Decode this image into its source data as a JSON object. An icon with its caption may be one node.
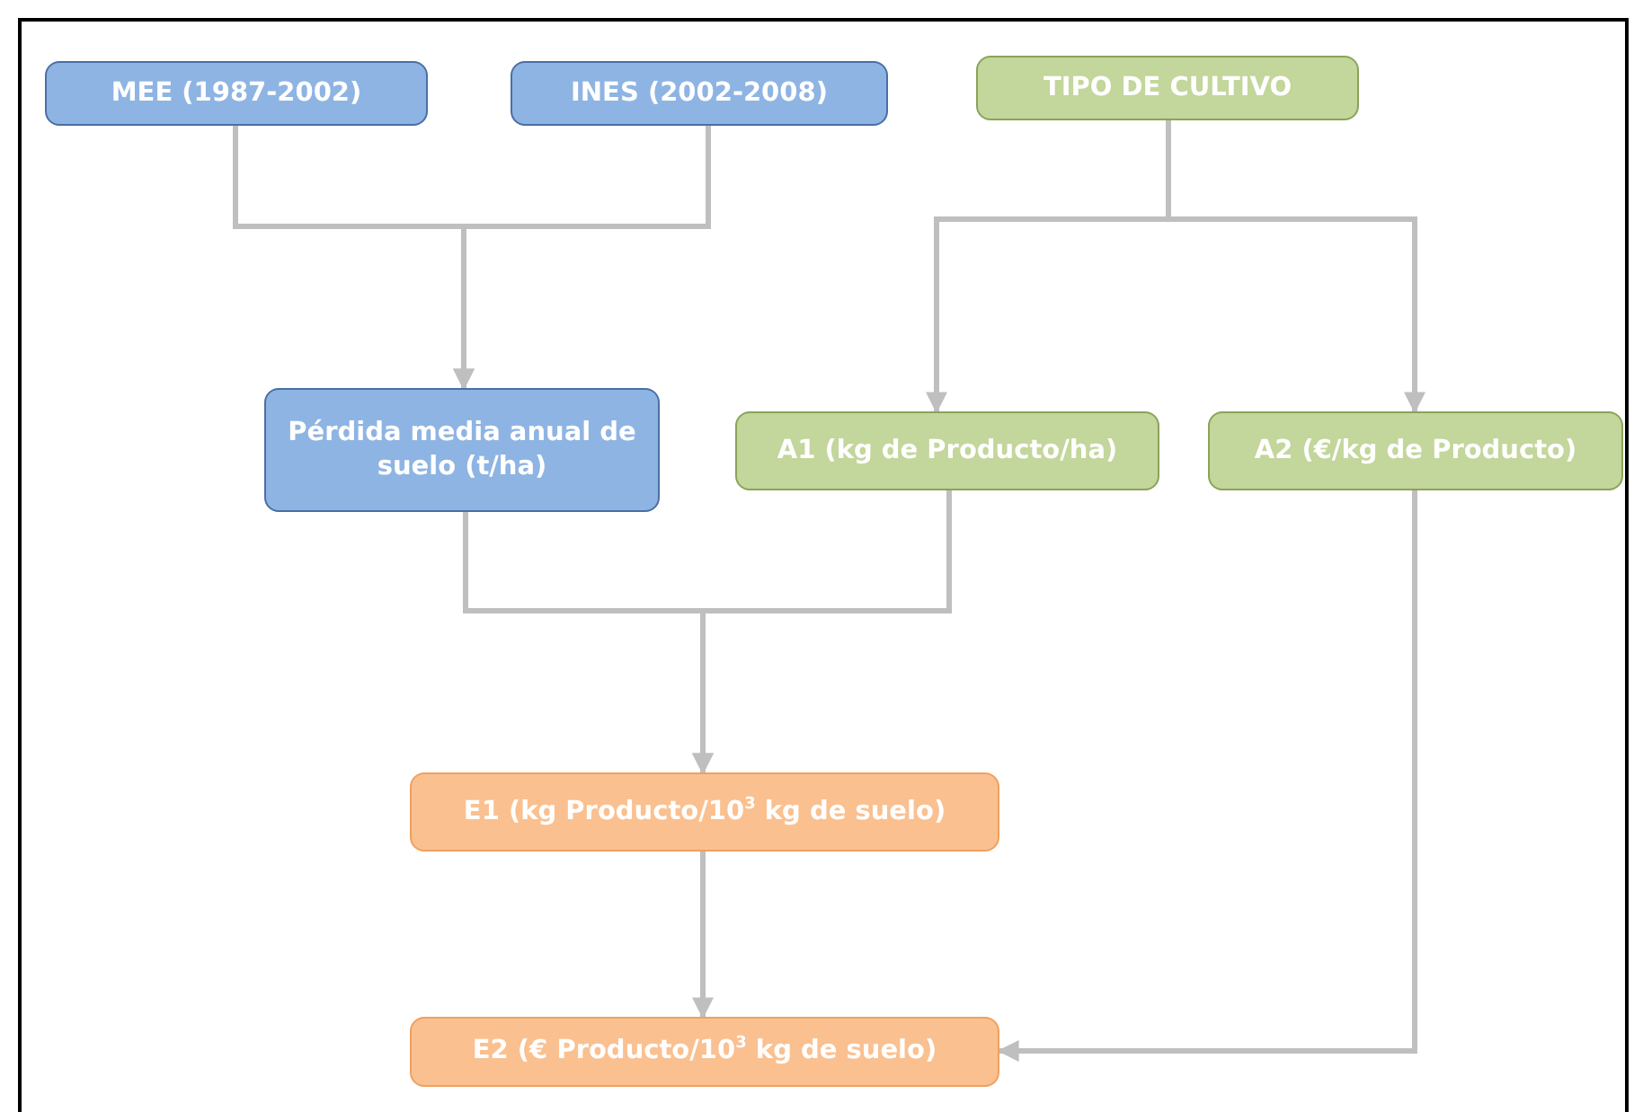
{
  "diagram": {
    "nodes": [
      {
        "text": [
          "MEE (1987-2002)"
        ]
      },
      {
        "text": [
          "INES (2002-2008)"
        ]
      },
      {
        "text": [
          "TIPO DE CULTIVO"
        ]
      },
      {
        "text": [
          "Pérdida media anual de suelo (t/ha)"
        ]
      },
      {
        "text": [
          "A1 (kg de Producto/ha)"
        ]
      },
      {
        "text": [
          "A2 (€/kg de Producto)"
        ]
      },
      {
        "text": [
          "E1 (kg Producto/10$^{3}$ kg de suelo)"
        ]
      },
      {
        "text": [
          "E2 (€ Producto/10$^{3}$ kg de suelo)"
        ]
      }
    ],
    "edges": [
      {
        "from": 0,
        "to": 3,
        "arrow": "to"
      },
      {
        "from": 1,
        "to": 3,
        "arrow": "to"
      },
      {
        "from": 2,
        "to": 4,
        "arrow": "to"
      },
      {
        "from": 2,
        "to": 5,
        "arrow": "to"
      },
      {
        "from": 3,
        "to": 6,
        "arrow": "to"
      },
      {
        "from": 4,
        "to": 6,
        "arrow": "to"
      },
      {
        "from": 6,
        "to": 7,
        "arrow": "to"
      },
      {
        "from": 5,
        "to": 7,
        "arrow": "to"
      }
    ]
  }
}
